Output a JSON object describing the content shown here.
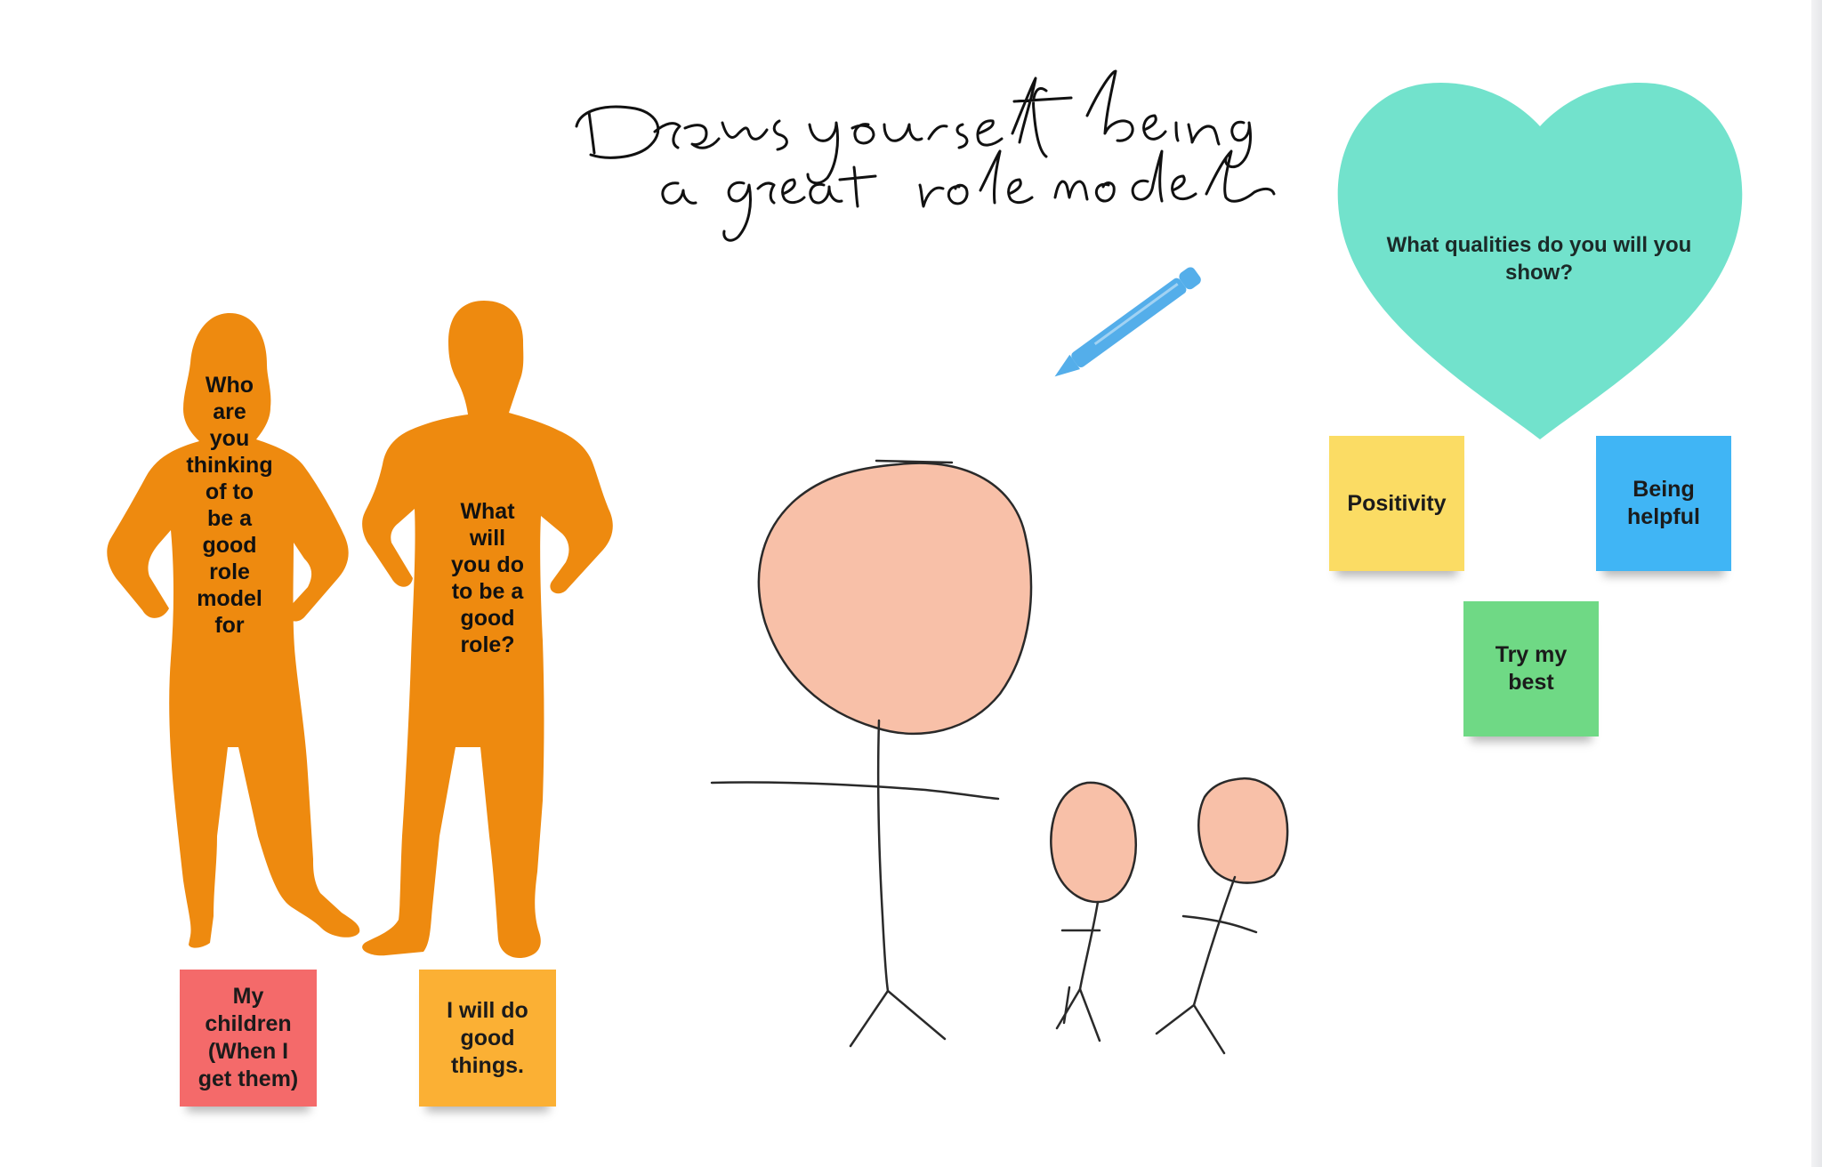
{
  "board": {
    "background": "#ffffff"
  },
  "title": {
    "text": "Draw yourself being a great role model",
    "color": "#111111"
  },
  "left_figures": {
    "woman": {
      "question": "Who\nare\nyou\nthinking\nof to\nbe a\ngood\nrole\nmodel\nfor",
      "color": "#ee8a0f"
    },
    "man": {
      "question": "What\nwill\nyou do\nto be a\ngood\nrole?",
      "color": "#ee8a0f"
    }
  },
  "answer_notes": [
    {
      "text": "My\nchildren\n(When I\nget them)",
      "color": "#f46a6a"
    },
    {
      "text": "I will do\ngood\nthings.",
      "color": "#fbb034"
    }
  ],
  "heart": {
    "question": "What qualities do you will you show?",
    "color": "#72e2cc"
  },
  "quality_notes": [
    {
      "text": "Positivity",
      "color": "#fbdc64"
    },
    {
      "text": "Being\nhelpful",
      "color": "#40b5f5"
    },
    {
      "text": "Try my\nbest",
      "color": "#6fd985"
    }
  ],
  "tools": {
    "pencil_color": "#54aeea"
  },
  "drawing": {
    "head_fill": "#f8c0a8",
    "stroke_color": "#2a2a2a"
  }
}
